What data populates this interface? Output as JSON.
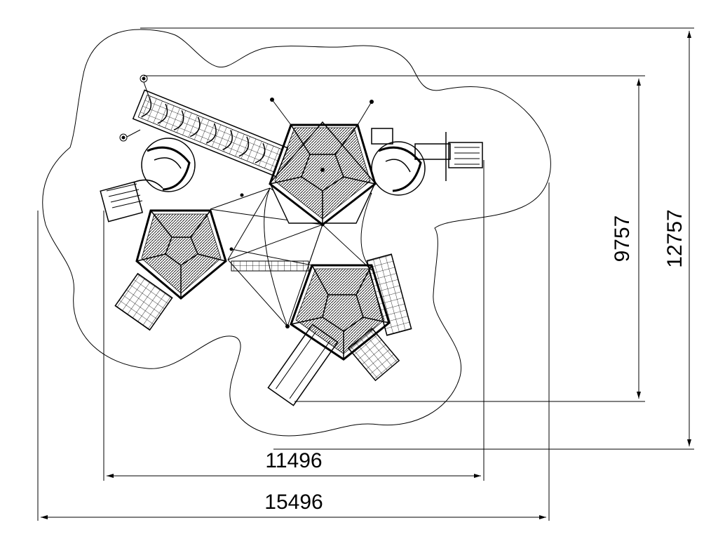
{
  "dimensions": {
    "inner_width_label": "11496",
    "outer_width_label": "15496",
    "inner_height_label": "9757",
    "outer_height_label": "12757"
  },
  "colors": {
    "line": "#000000",
    "background": "#ffffff"
  }
}
